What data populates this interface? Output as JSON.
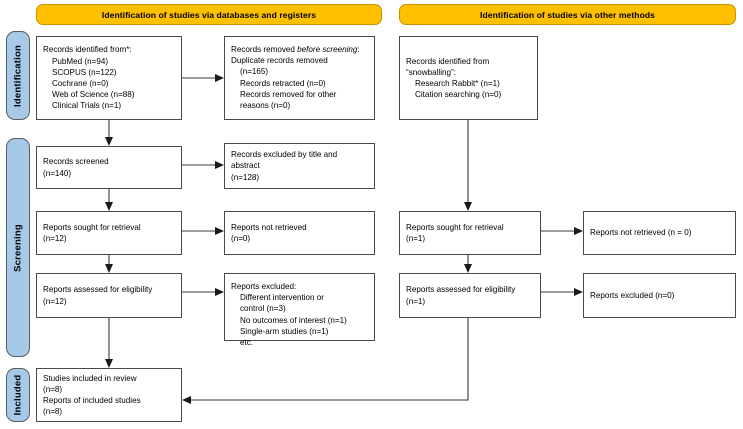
{
  "colors": {
    "phase_tab": "#A6C9E8",
    "header_bar": "#FFC000",
    "box_border": "#4a4a4a",
    "connector": "#3a3a3a"
  },
  "phases": [
    {
      "id": "identification",
      "label": "Identification"
    },
    {
      "id": "screening",
      "label": "Screening"
    },
    {
      "id": "included",
      "label": "Included"
    }
  ],
  "headers": [
    {
      "id": "databases",
      "label": "Identification of studies via databases and registers"
    },
    {
      "id": "other",
      "label": "Identification of studies via other methods"
    }
  ],
  "boxes": {
    "records_identified": {
      "title": "Records identified from*:",
      "sources": [
        "PubMed (n=94)",
        "SCOPUS (n=122)",
        "Cochrane (n=0)",
        "Web of Science (n=88)",
        "Clinical Trials (n=1)"
      ],
      "text": "Records identified from*:\n    PubMed (n=94)\n    SCOPUS (n=122)\n    Cochrane (n=0)\n    Web of Science (n=88)\n    Clinical Trials (n=1)"
    },
    "records_removed": {
      "title_plain": "Records removed ",
      "title_italic": "before screening",
      "title_tail": ":",
      "items": [
        "Duplicate records removed (n=165)",
        "Records retracted (n=0)",
        "Records removed for other reasons (n=0)"
      ],
      "text": "    Duplicate records removed\n    (n=165)\n    Records retracted (n=0)\n    Records removed for other\n    reasons (n=0)"
    },
    "records_screened": {
      "text": "Records screened\n(n=140)",
      "label": "Records screened",
      "count": "(n=140)"
    },
    "records_excluded": {
      "text": "Records excluded by title and\nabstract\n(n=128)",
      "label": "Records excluded by title and abstract",
      "count": "(n=128)"
    },
    "reports_sought": {
      "text": "Reports sought for retrieval\n(n=12)",
      "label": "Reports sought for retrieval",
      "count": "(n=12)"
    },
    "reports_not_retrieved": {
      "text": "Reports not retrieved\n(n=0)",
      "label": "Reports not retrieved",
      "count": "(n=0)"
    },
    "reports_assessed": {
      "text": "Reports assessed for eligibility\n(n=12)",
      "label": "Reports assessed for eligibility",
      "count": "(n=12)"
    },
    "reports_excluded": {
      "title": "Reports excluded:",
      "reasons": [
        "Different intervention or control (n=3)",
        "No outcomes of interest (n=1)",
        "Single-arm studies (n=1)",
        "etc."
      ],
      "text": "Reports excluded:\n    Different intervention or\n    control (n=3)\n    No outcomes of interest (n=1)\n    Single-arm studies (n=1)\n    etc."
    },
    "records_snowballing": {
      "title": "Records identified from “snowballing”:",
      "sources": [
        "Research Rabbit* (n=1)",
        "Citation searching (n=0)"
      ],
      "text": "Records identified from\n“snowballing”:\n    Research Rabbit* (n=1)\n    Citation searching (n=0)"
    },
    "reports_sought_other": {
      "text": "Reports sought for retrieval\n(n=1)",
      "label": "Reports sought for retrieval",
      "count": "(n=1)"
    },
    "reports_not_retrieved_other": {
      "text": "Reports not retrieved (n = 0)",
      "label": "Reports not retrieved",
      "count": "(n = 0)"
    },
    "reports_assessed_other": {
      "text": "Reports assessed for eligibility\n(n=1)",
      "label": "Reports assessed for eligibility",
      "count": "(n=1)"
    },
    "reports_excluded_other": {
      "text": "Reports excluded (n=0)",
      "label": "Reports excluded",
      "count": "(n=0)"
    },
    "studies_included": {
      "text": "Studies included in review\n(n=8)\nReports of included studies\n(n=8)",
      "line1": "Studies included in review",
      "count1": "(n=8)",
      "line2": "Reports of included studies",
      "count2": "(n=8)"
    }
  }
}
